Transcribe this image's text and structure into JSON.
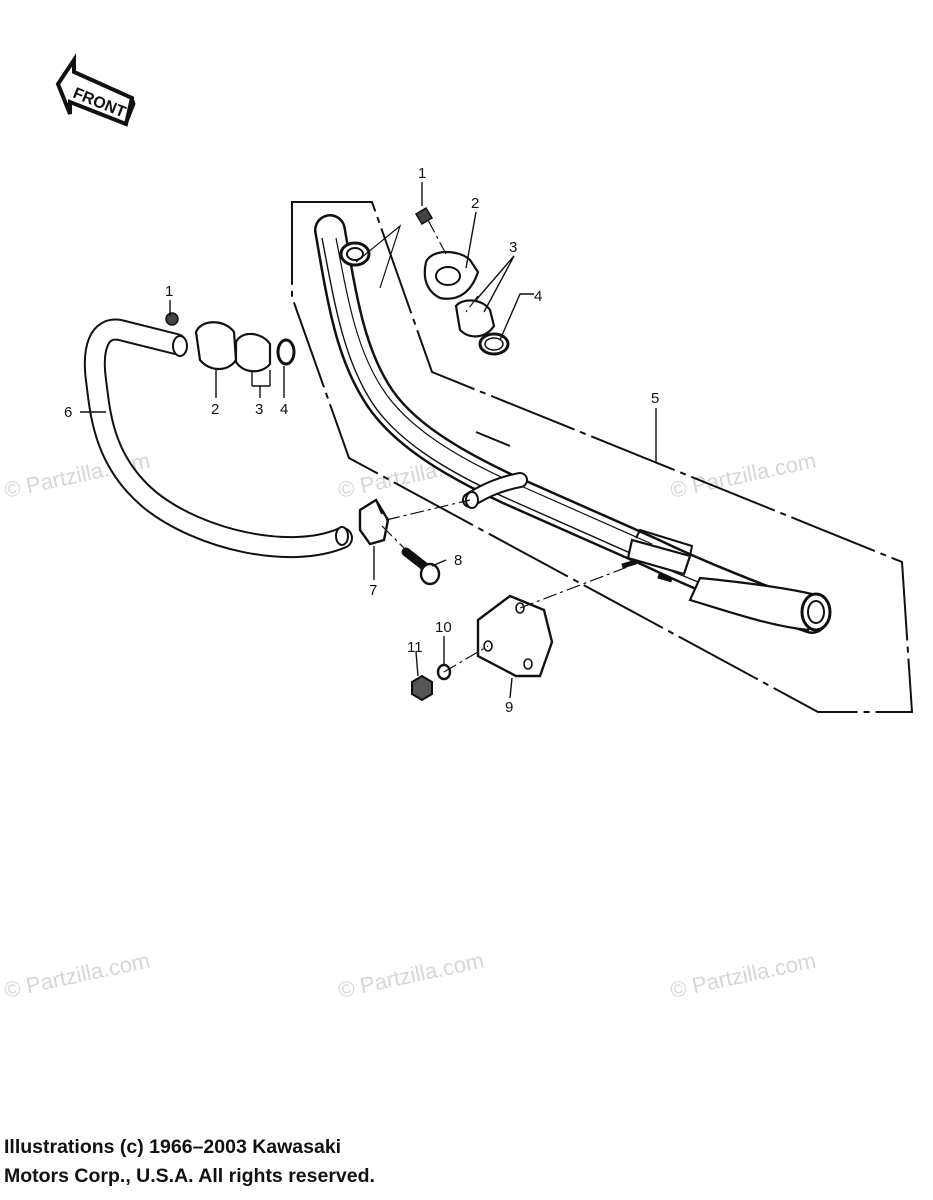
{
  "front_label": "FRONT",
  "callouts": {
    "c1a": "1",
    "c2a": "2",
    "c3a": "3",
    "c4a": "4",
    "c1b": "1",
    "c2b": "2",
    "c3b": "3",
    "c4b": "4",
    "c5": "5",
    "c6": "6",
    "c7": "7",
    "c8": "8",
    "c9": "9",
    "c10": "10",
    "c11": "11"
  },
  "watermarks": {
    "w1": "© Partzilla.com",
    "w2": "© Partzilla.com",
    "w3": "© Partzilla.com",
    "w4": "© Partzilla.com",
    "w5": "© Partzilla.com",
    "w6": "© Partzilla.com"
  },
  "copyright": {
    "line1": "Illustrations (c) 1966–2003 Kawasaki",
    "line2": "Motors Corp., U.S.A.  All rights reserved."
  }
}
